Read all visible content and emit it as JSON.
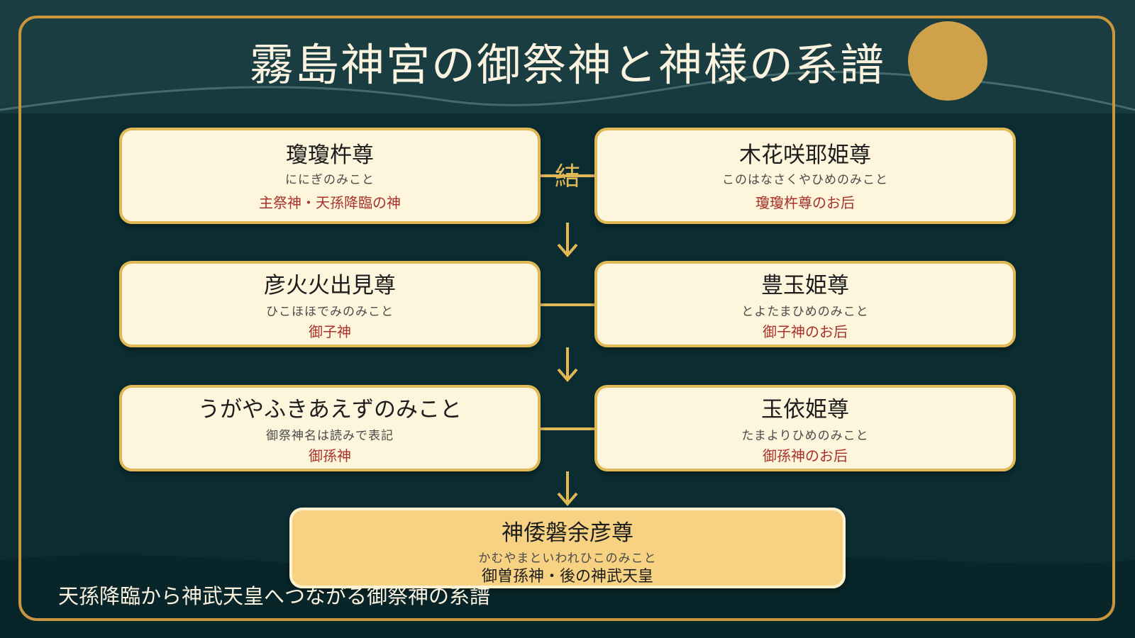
{
  "title": "霧島神宮の御祭神と神様の系譜",
  "couple_marker": "結",
  "generations": [
    {
      "left": {
        "name": "瓊瓊杵尊",
        "reading": "ににぎのみこと",
        "role": "主祭神・天孫降臨の神"
      },
      "right": {
        "name": "木花咲耶姫尊",
        "reading": "このはなさくやひめのみこと",
        "role": "瓊瓊杵尊のお后"
      }
    },
    {
      "left": {
        "name": "彦火火出見尊",
        "reading": "ひこほほでみのみこと",
        "role": "御子神"
      },
      "right": {
        "name": "豊玉姫尊",
        "reading": "とよたまひめのみこと",
        "role": "御子神のお后"
      }
    },
    {
      "left": {
        "name": "うがやふきあえずのみこと",
        "reading": "御祭神名は読みで表記",
        "role": "御孫神"
      },
      "right": {
        "name": "玉依姫尊",
        "reading": "たまよりひめのみこと",
        "role": "御孫神のお后"
      }
    }
  ],
  "descendant": {
    "name": "神倭磐余彦尊",
    "reading": "かむやまといわれひこのみこと",
    "role": "御曽孫神・後の神武天皇"
  },
  "footer": "天孫降臨から神武天皇へつながる御祭神の系譜",
  "colors": {
    "background": "#0b2d31",
    "gold": "#e0b856",
    "card": "#fdf5dc",
    "final_card": "#f6d282",
    "role_text": "#a8322a",
    "moon": "#cfa24a"
  }
}
